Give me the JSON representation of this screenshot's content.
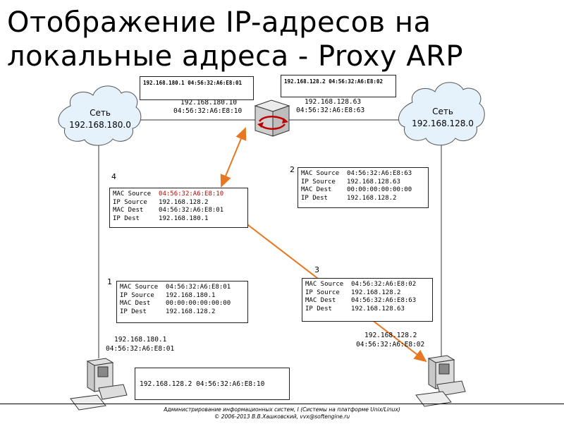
{
  "title": {
    "line1": "Отображение IP-адресов на",
    "line2": "локальные адреса - Proxy ARP"
  },
  "networks": {
    "left": {
      "label": "Сеть",
      "address": "192.168.180.0"
    },
    "right": {
      "label": "Сеть",
      "address": "192.168.128.0"
    }
  },
  "router": {
    "left_arp_entry": "192.168.180.1 04:56:32:A6:E8:01",
    "right_arp_entry": "192.168.128.2 04:56:32:A6:E8:02",
    "left_ip": "192.168.180.10",
    "left_mac": "04:56:32:A6:E8:10",
    "right_ip": "192.168.128.63",
    "right_mac": "04:56:32:A6:E8:63"
  },
  "frames": {
    "f1": {
      "number": "1",
      "rows": [
        "MAC Source  04:56:32:A6:E8:01",
        "IP Source   192.168.180.1",
        "MAC Dest    00:00:00:00:00:00",
        "IP Dest     192.168.128.2"
      ]
    },
    "f2": {
      "number": "2",
      "rows": [
        "MAC Source  04:56:32:A6:E8:63",
        "IP Source   192.168.128.63",
        "MAC Dest    00:00:00:00:00:00",
        "IP Dest     192.168.128.2"
      ]
    },
    "f3": {
      "number": "3",
      "rows": [
        "MAC Source  04:56:32:A6:E8:02",
        "IP Source   192.168.128.2",
        "MAC Dest    04:56:32:A6:E8:63",
        "IP Dest     192.168.128.63"
      ]
    },
    "f4": {
      "number": "4",
      "mac_source_label": "MAC Source  ",
      "mac_source_value": "04:56:32:A6:E8:10",
      "rows": [
        "IP Source   192.168.128.2",
        "MAC Dest    04:56:32:A6:E8:01",
        "IP Dest     192.168.180.1"
      ]
    }
  },
  "hosts": {
    "left": {
      "ip": "192.168.180.1",
      "mac": "04:56:32:A6:E8:01",
      "arp_entry": "192.168.128.2 04:56:32:A6:E8:10"
    },
    "right": {
      "ip": "192.168.128.2",
      "mac": "04:56:32:A6:E8:02"
    }
  },
  "footer": {
    "line1": "Администрирование информационных систем, I (Системы на платформе Unix/Linux)",
    "line2": "© 2006-2013 В.В.Хашковский, vvx@softengine.ru"
  },
  "colors": {
    "arrow": "#e87722",
    "highlight": "#c00000",
    "cloud": "#e6f2fb"
  }
}
